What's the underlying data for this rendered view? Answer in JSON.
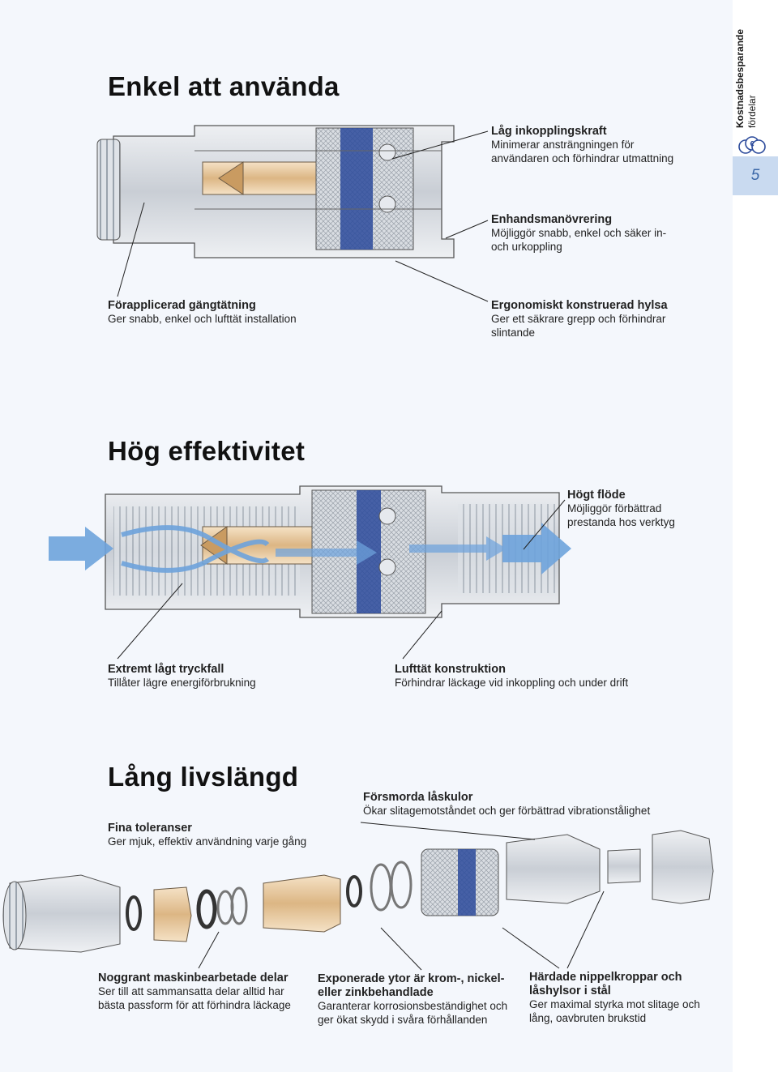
{
  "sidebar": {
    "title_line1": "Kostnadsbesparande",
    "title_line2": "fördelar",
    "page_number": "5"
  },
  "sections": [
    {
      "heading": "Enkel att använda"
    },
    {
      "heading": "Hög effektivitet"
    },
    {
      "heading": "Lång livslängd"
    }
  ],
  "captions": {
    "lag_inkopplingskraft": {
      "title": "Låg inkopplingskraft",
      "text": "Minimerar ansträngningen för användaren och förhindrar utmattning"
    },
    "enhandsmanovrering": {
      "title": "Enhandsmanövrering",
      "text": "Möjliggör snabb, enkel och säker in- och urkoppling"
    },
    "forapplicerad": {
      "title": "Förapplicerad gängtätning",
      "text": "Ger snabb, enkel och lufttät installation"
    },
    "ergonomiskt": {
      "title": "Ergonomiskt konstruerad hylsa",
      "text": "Ger ett säkrare grepp och förhindrar slintande"
    },
    "hogt_flode": {
      "title": "Högt flöde",
      "text": "Möjliggör förbättrad prestanda hos verktyg"
    },
    "extremt_lagt": {
      "title": "Extremt lågt tryckfall",
      "text": "Tillåter lägre energiförbrukning"
    },
    "lufttat": {
      "title": "Lufttät konstruktion",
      "text": "Förhindrar läckage vid inkoppling och under drift"
    },
    "forsmorda": {
      "title": "Försmorda låskulor",
      "text": "Ökar slitagemotståndet och ger förbättrad vibrationstålighet"
    },
    "fina_toleranser": {
      "title": "Fina toleranser",
      "text": "Ger mjuk, effektiv användning varje gång"
    },
    "noggrant": {
      "title": "Noggrant maskinbearbetade delar",
      "text": "Ser till att sammansatta delar alltid har bästa passform för att förhindra läckage"
    },
    "exponerade": {
      "title": "Exponerade ytor är krom-, nickel- eller zinkbehandlade",
      "text": "Garanterar korrosionsbeständighet och ger ökat skydd i svåra förhållanden"
    },
    "hardade": {
      "title": "Härdade nippelkroppar och låshylsor i stål",
      "text": "Ger maximal styrka mot slitage och lång, oavbruten brukstid"
    }
  },
  "colors": {
    "accent_blue": "#2b4a9b",
    "flow_arrow": "#6ea3dc",
    "brass": "#e8c9a0",
    "steel": "#d4d8de",
    "tab_bg": "#c9daf0"
  },
  "icons": {
    "sidebar_icon": "coin-stack-icon"
  }
}
